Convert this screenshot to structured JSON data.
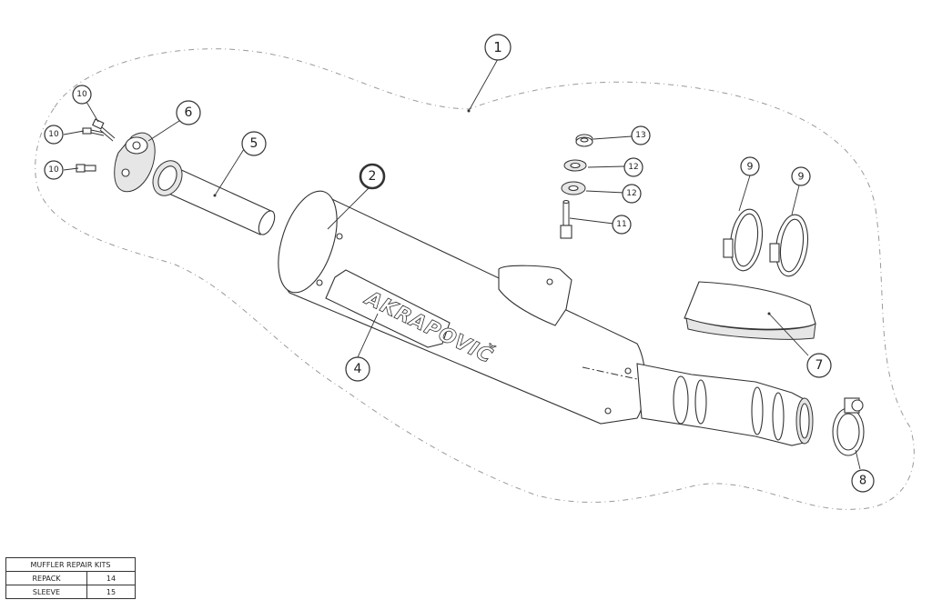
{
  "callouts": {
    "c1": "1",
    "c2": "2",
    "c4": "4",
    "c5": "5",
    "c6": "6",
    "c7": "7",
    "c8": "8",
    "c9a": "9",
    "c9b": "9",
    "c10a": "10",
    "c10b": "10",
    "c10c": "10",
    "c11": "11",
    "c12a": "12",
    "c12b": "12",
    "c13": "13"
  },
  "logo_text": "AKRAPOVIČ",
  "highlight_color": "#e31e24",
  "kits_table": {
    "title": "MUFFLER REPAIR KITS",
    "rows": [
      {
        "name": "REPACK",
        "number": "14"
      },
      {
        "name": "SLEEVE",
        "number": "15"
      }
    ]
  }
}
